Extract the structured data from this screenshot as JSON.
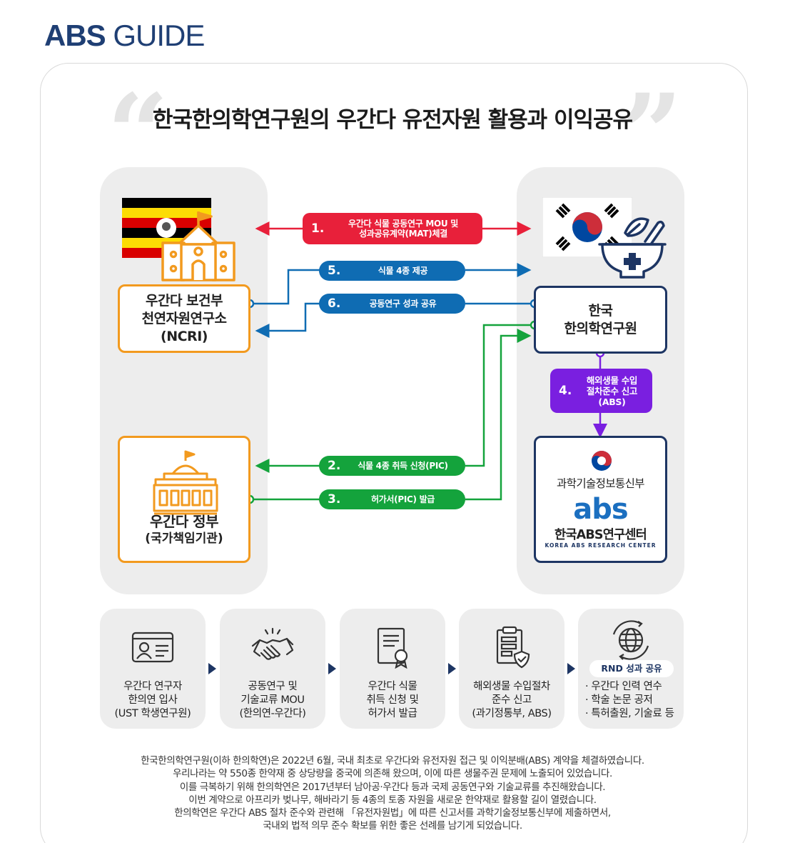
{
  "header": {
    "brand_bold": "ABS",
    "brand_light": "GUIDE"
  },
  "title": "한국한의학연구원의 우간다 유전자원 활용과 이익공유",
  "nodes": {
    "ncri": {
      "line1": "우간다 보건부",
      "line2": "천연자원연구소",
      "line3": "(NCRI)"
    },
    "uganda_gov": {
      "line1": "우간다 정부",
      "line2": "(국가책임기관)"
    },
    "kiom": {
      "line1": "한국",
      "line2": "한의학연구원"
    },
    "msit": {
      "name": "과학기술정보통신부"
    },
    "abs_center": {
      "logo": "abs",
      "name": "한국ABS연구센터",
      "sub": "KOREA ABS RESEARCH CENTER"
    }
  },
  "flows": {
    "f1": {
      "num": "1.",
      "line1": "우간다 식물 공동연구 MOU 및",
      "line2": "성과공유계약(MAT)체결"
    },
    "f5": {
      "num": "5.",
      "text": "식물 4종 제공"
    },
    "f6": {
      "num": "6.",
      "text": "공동연구 성과 공유"
    },
    "f4": {
      "num": "4.",
      "line1": "해외생물 수입",
      "line2": "절차준수 신고",
      "line3": "(ABS)"
    },
    "f2": {
      "num": "2.",
      "text": "식물 4종 취득 신청(PIC)"
    },
    "f3": {
      "num": "3.",
      "text": "허가서(PIC) 발급"
    }
  },
  "steps": [
    {
      "icon": "id-card-icon",
      "lines": [
        "우간다 연구자",
        "한의연 입사",
        "(UST 학생연구원)"
      ]
    },
    {
      "icon": "handshake-icon",
      "lines": [
        "공동연구 및",
        "기술교류 MOU",
        "(한의연-우간다)"
      ]
    },
    {
      "icon": "certificate-icon",
      "lines": [
        "우간다 식물",
        "취득 신청 및",
        "허가서 발급"
      ]
    },
    {
      "icon": "document-shield-icon",
      "lines": [
        "해외생물 수입절차",
        "준수 신고",
        "(과기정통부, ABS)"
      ]
    },
    {
      "icon": "globe-icon",
      "badge": "RND 성과 공유",
      "lines": [
        "· 우간다 인력 연수",
        "· 학술 논문 공저",
        "· 특허출원, 기술료 등"
      ]
    }
  ],
  "description": [
    "한국한의학연구원(이하 한의학연)은 2022년 6월, 국내 최초로 우간다와 유전자원 접근 및 이익분배(ABS) 계약을 체결하였습니다.",
    "우리나라는 약 550종 한약재 중 상당량을 중국에 의존해 왔으며, 이에 따른 생물주권 문제에 노출되어 있었습니다.",
    "이를 극복하기 위해 한의학연은 2017년부터 남아공·우간다 등과 국제 공동연구와 기술교류를 추진해왔습니다.",
    "이번 계약으로 아프리카 벚나무, 해바라기 등 4종의 토종 자원을 새로운 한약재로 활용할 길이 열렸습니다.",
    "한의학연은 우간다 ABS 절차 준수와 관련해 「유전자원법」에 따른 신고서를 과학기술정보통신부에 제출하면서,",
    "국내외 법적 의무 준수 확보를 위한 좋은 선례를 남기게 되었습니다."
  ],
  "colors": {
    "navy": "#1d3563",
    "orange": "#f29a1f",
    "red": "#e8203a",
    "blue": "#0f6cb3",
    "green": "#14a33c",
    "purple": "#7a1fe0",
    "panel": "#ededed"
  }
}
